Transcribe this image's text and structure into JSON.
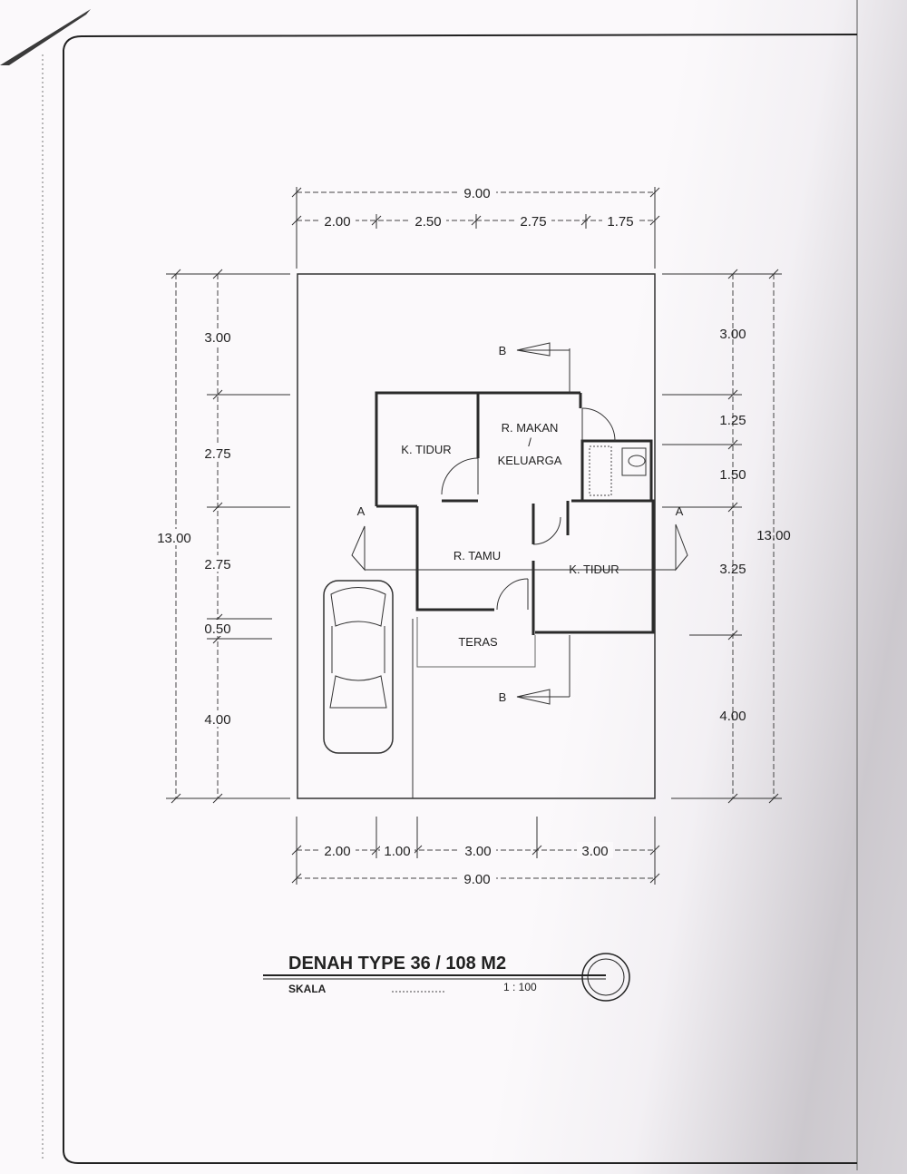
{
  "plan": {
    "title": "DENAH TYPE 36 / 108 M2",
    "scale_label": "SKALA",
    "scale_value": "1 : 100"
  },
  "dimensions": {
    "top_total": "9.00",
    "top": [
      "2.00",
      "2.50",
      "2.75",
      "1.75"
    ],
    "bottom": [
      "2.00",
      "1.00",
      "3.00",
      "3.00"
    ],
    "bottom_total": "9.00",
    "left": [
      "3.00",
      "2.75",
      "2.75",
      "0.50",
      "4.00"
    ],
    "left_total": "13.00",
    "right": [
      "3.00",
      "1.25",
      "1.50",
      "3.25",
      "4.00"
    ],
    "right_total": "13.00"
  },
  "rooms": {
    "bedroom_1": "K. TIDUR",
    "dining_line1": "R. MAKAN",
    "dining_line2": "/",
    "dining_line3": "KELUARGA",
    "living": "R. TAMU",
    "bedroom_2": "K. TIDUR",
    "terrace": "TERAS"
  },
  "sections": {
    "a_left": "A",
    "a_right": "A",
    "b_top": "B",
    "b_bottom": "B"
  }
}
